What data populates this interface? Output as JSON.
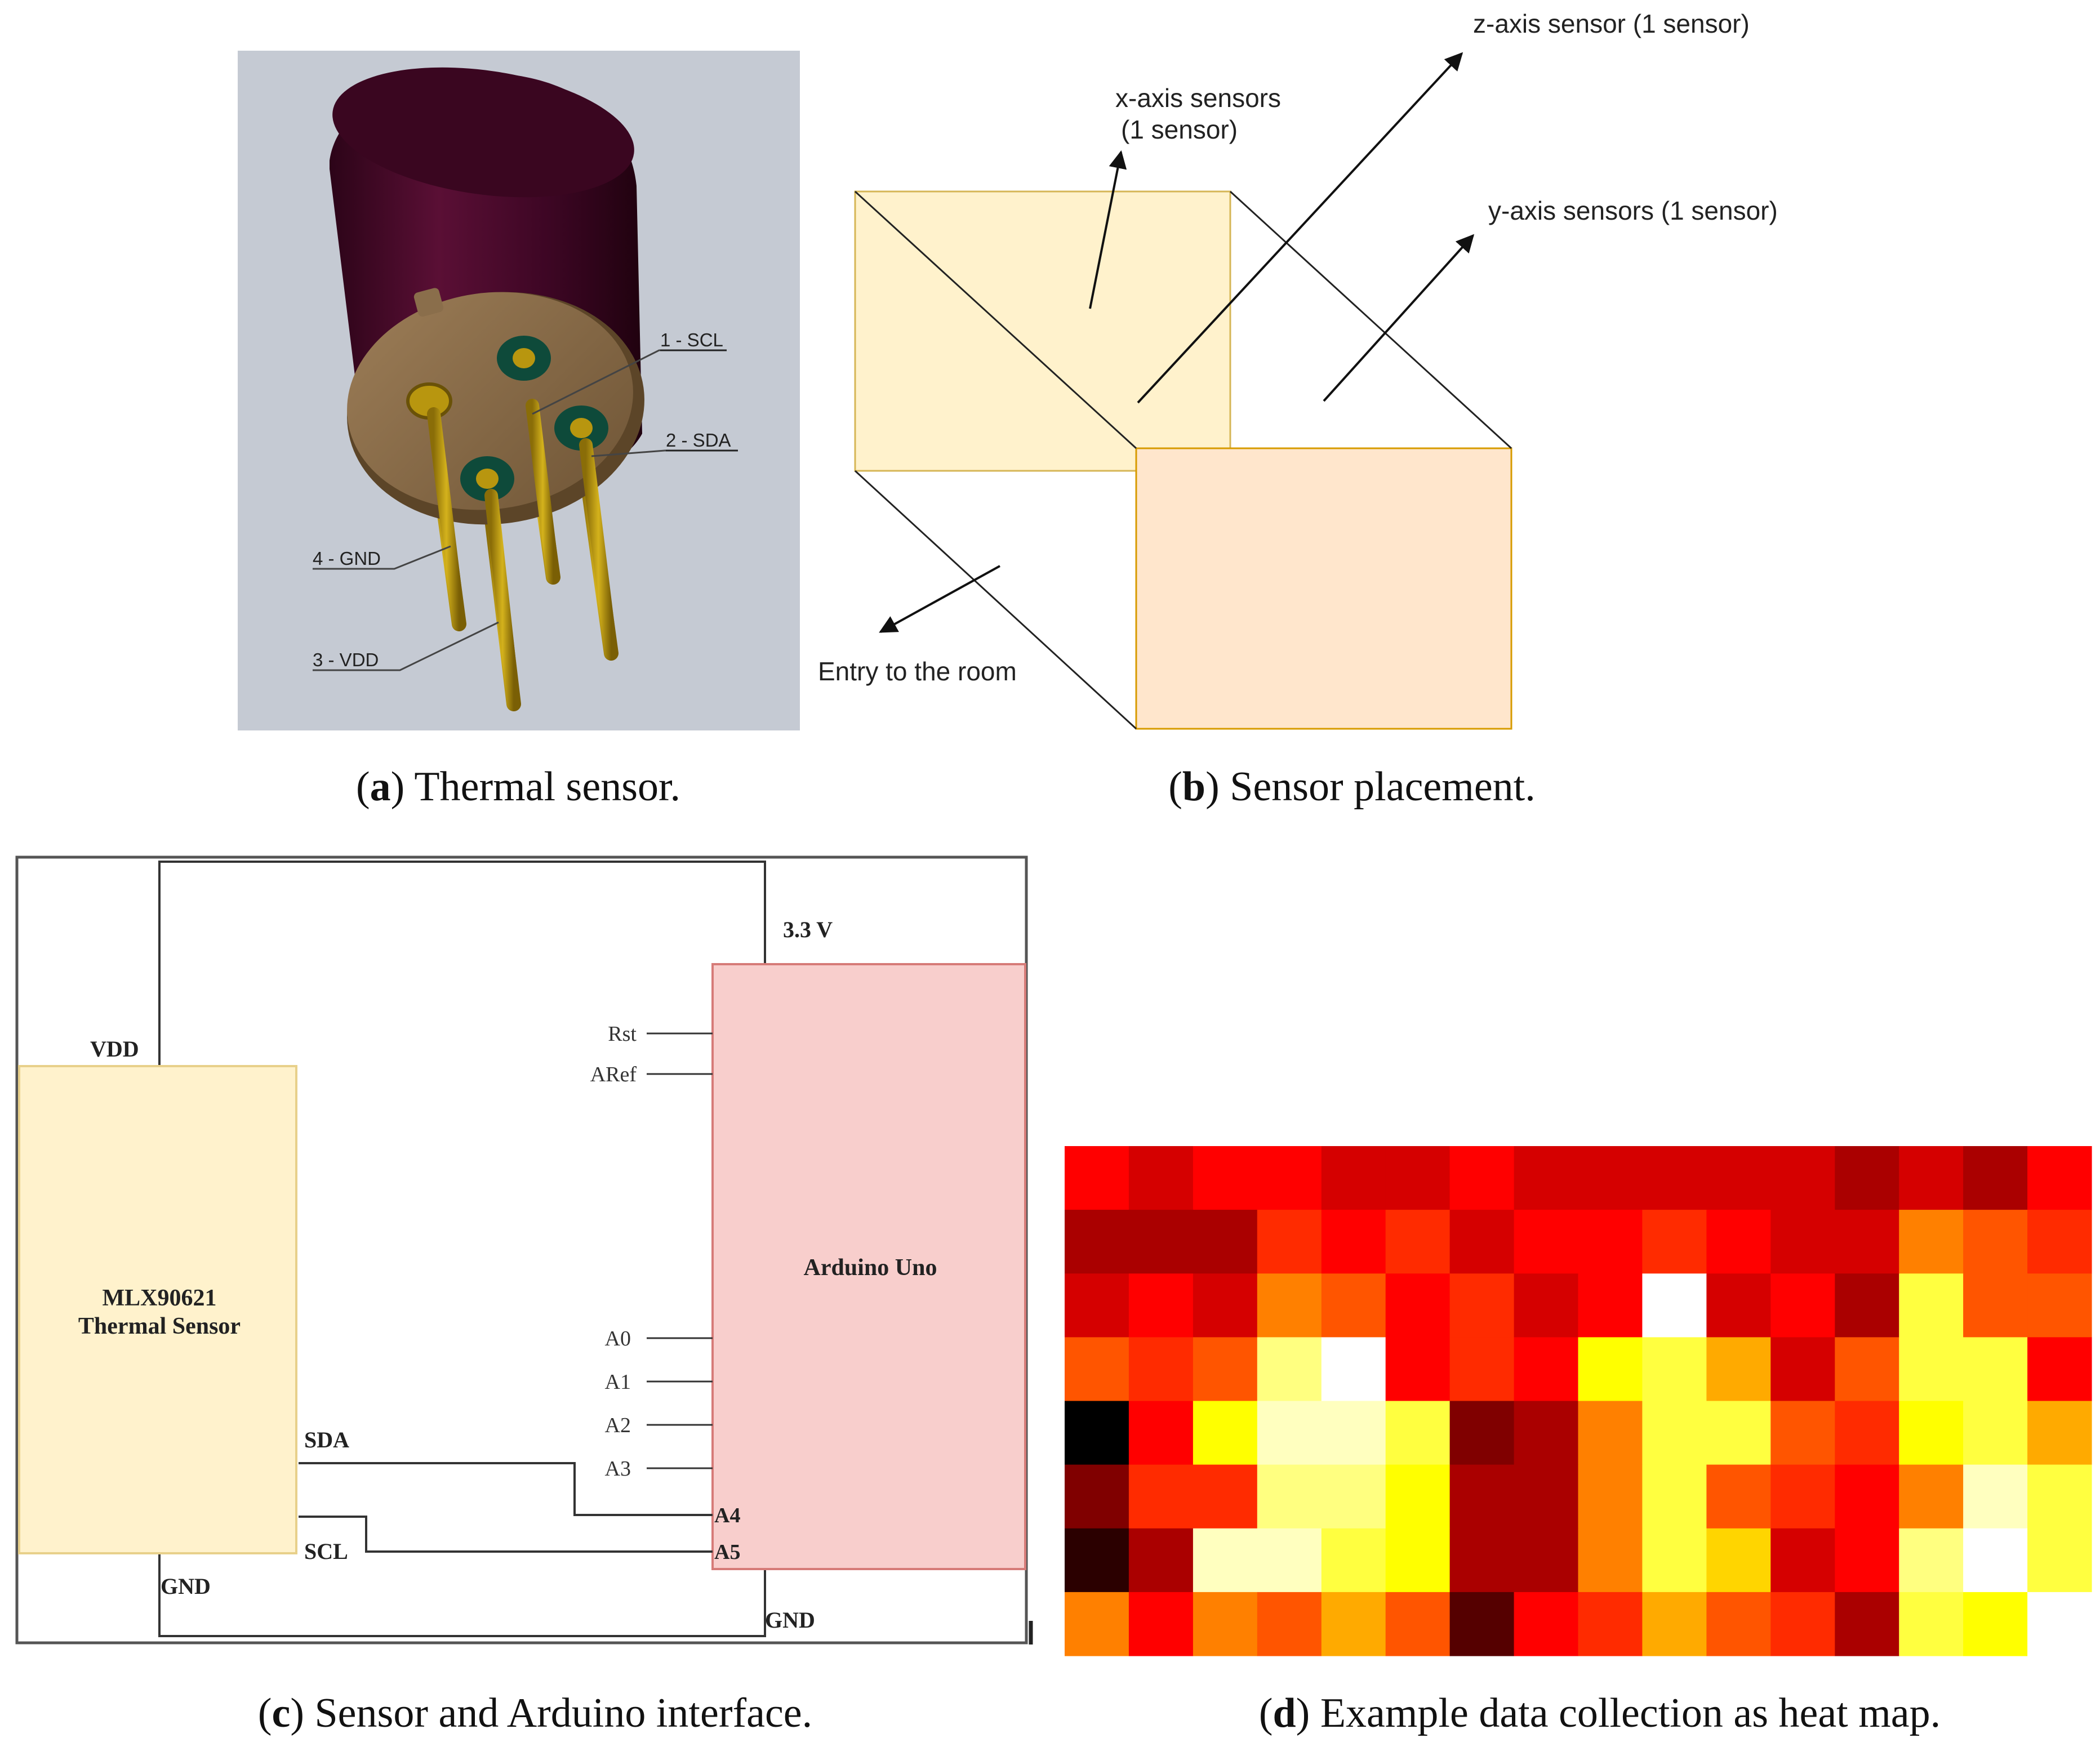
{
  "panels": {
    "a": {
      "letter": "a",
      "caption": "Thermal sensor.",
      "pins": {
        "scl": "1 - SCL",
        "sda": "2 - SDA",
        "vdd": "3 - VDD",
        "gnd": "4 - GND"
      }
    },
    "b": {
      "letter": "b",
      "caption": "Sensor placement.",
      "labels": {
        "z_axis": "z-axis sensor (1 sensor)",
        "x_axis_line1": "x-axis sensors",
        "x_axis_line2": "(1 sensor)",
        "y_axis": "y-axis sensors (1 sensor)",
        "entry": "Entry to the room"
      }
    },
    "c": {
      "letter": "c",
      "caption": "Sensor and Arduino interface.",
      "labels": {
        "v33": "3.3 V",
        "vdd": "VDD",
        "sensor_line1": "MLX90621",
        "sensor_line2": "Thermal Sensor",
        "arduino": "Arduino Uno",
        "rst": "Rst",
        "aref": "ARef",
        "a0": "A0",
        "a1": "A1",
        "a2": "A2",
        "a3": "A3",
        "a4": "A4",
        "a5": "A5",
        "sda": "SDA",
        "scl": "SCL",
        "gnd_left": "GND",
        "gnd_right": "GND"
      }
    },
    "d": {
      "letter": "d",
      "caption": "Example data collection as heat map."
    }
  },
  "colors": {
    "sensor_cap": "#4a0a2a",
    "sensor_base": "#8a6e4b",
    "pin_gold": "#b8960f",
    "pad_green": "#0e4a3a",
    "panel_a_bg": "#c5cad3",
    "room_yellow": "#fff2cc",
    "room_peach": "#ffe6cc",
    "room_border": "#d6b656",
    "mlx_fill": "#fff2cc",
    "arduino_fill": "#f8cecc",
    "arduino_border": "#d67b78"
  },
  "chart_data": {
    "type": "heatmap",
    "rows": 8,
    "cols": 16,
    "colormap": "hot",
    "values": [
      [
        6,
        5,
        6,
        6,
        5,
        5,
        6,
        5,
        5,
        5,
        5,
        5,
        4,
        5,
        4,
        6
      ],
      [
        4,
        4,
        4,
        7,
        6,
        7,
        5,
        6,
        6,
        7,
        6,
        5,
        5,
        9,
        8,
        7
      ],
      [
        5,
        6,
        5,
        9,
        8,
        6,
        7,
        5,
        6,
        16,
        5,
        6,
        4,
        13,
        8,
        8
      ],
      [
        8,
        7,
        8,
        14,
        16,
        6,
        7,
        6,
        12,
        13,
        10,
        5,
        8,
        13,
        13,
        6
      ],
      [
        0,
        6,
        12,
        15,
        15,
        13,
        3,
        4,
        9,
        13,
        13,
        8,
        7,
        12,
        13,
        10
      ],
      [
        3,
        7,
        7,
        14,
        14,
        12,
        4,
        4,
        9,
        13,
        8,
        7,
        6,
        9,
        15,
        13
      ],
      [
        1,
        4,
        15,
        15,
        13,
        12,
        4,
        4,
        9,
        13,
        11,
        5,
        6,
        14,
        16,
        13
      ],
      [
        9,
        6,
        9,
        8,
        10,
        8,
        2,
        6,
        7,
        10,
        8,
        7,
        4,
        13,
        12,
        16
      ]
    ]
  }
}
